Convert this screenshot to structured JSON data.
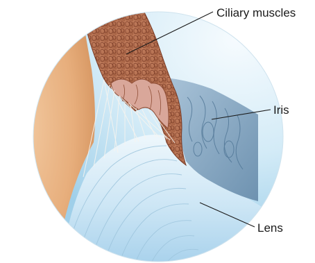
{
  "labels": {
    "ciliary_muscles": "Ciliary muscles",
    "iris": "Iris",
    "lens": "Lens"
  },
  "colors": {
    "background": "#ffffff",
    "sky_light": "#eaf5fb",
    "sky_blue": "#c9e6f4",
    "skin_tan": "#e9b07f",
    "skin_light": "#f2c9a0",
    "muscle_brown": "#b9714f",
    "muscle_dark": "#8f4e36",
    "muscle_pink": "#d9a79a",
    "iris_blue": "#8fb1cc",
    "iris_dark": "#5f84a4",
    "lens_light": "#f1f8fd",
    "lens_blue": "#b7d9ee",
    "fiber": "#f7f4ef",
    "text": "#1a1a1a"
  }
}
